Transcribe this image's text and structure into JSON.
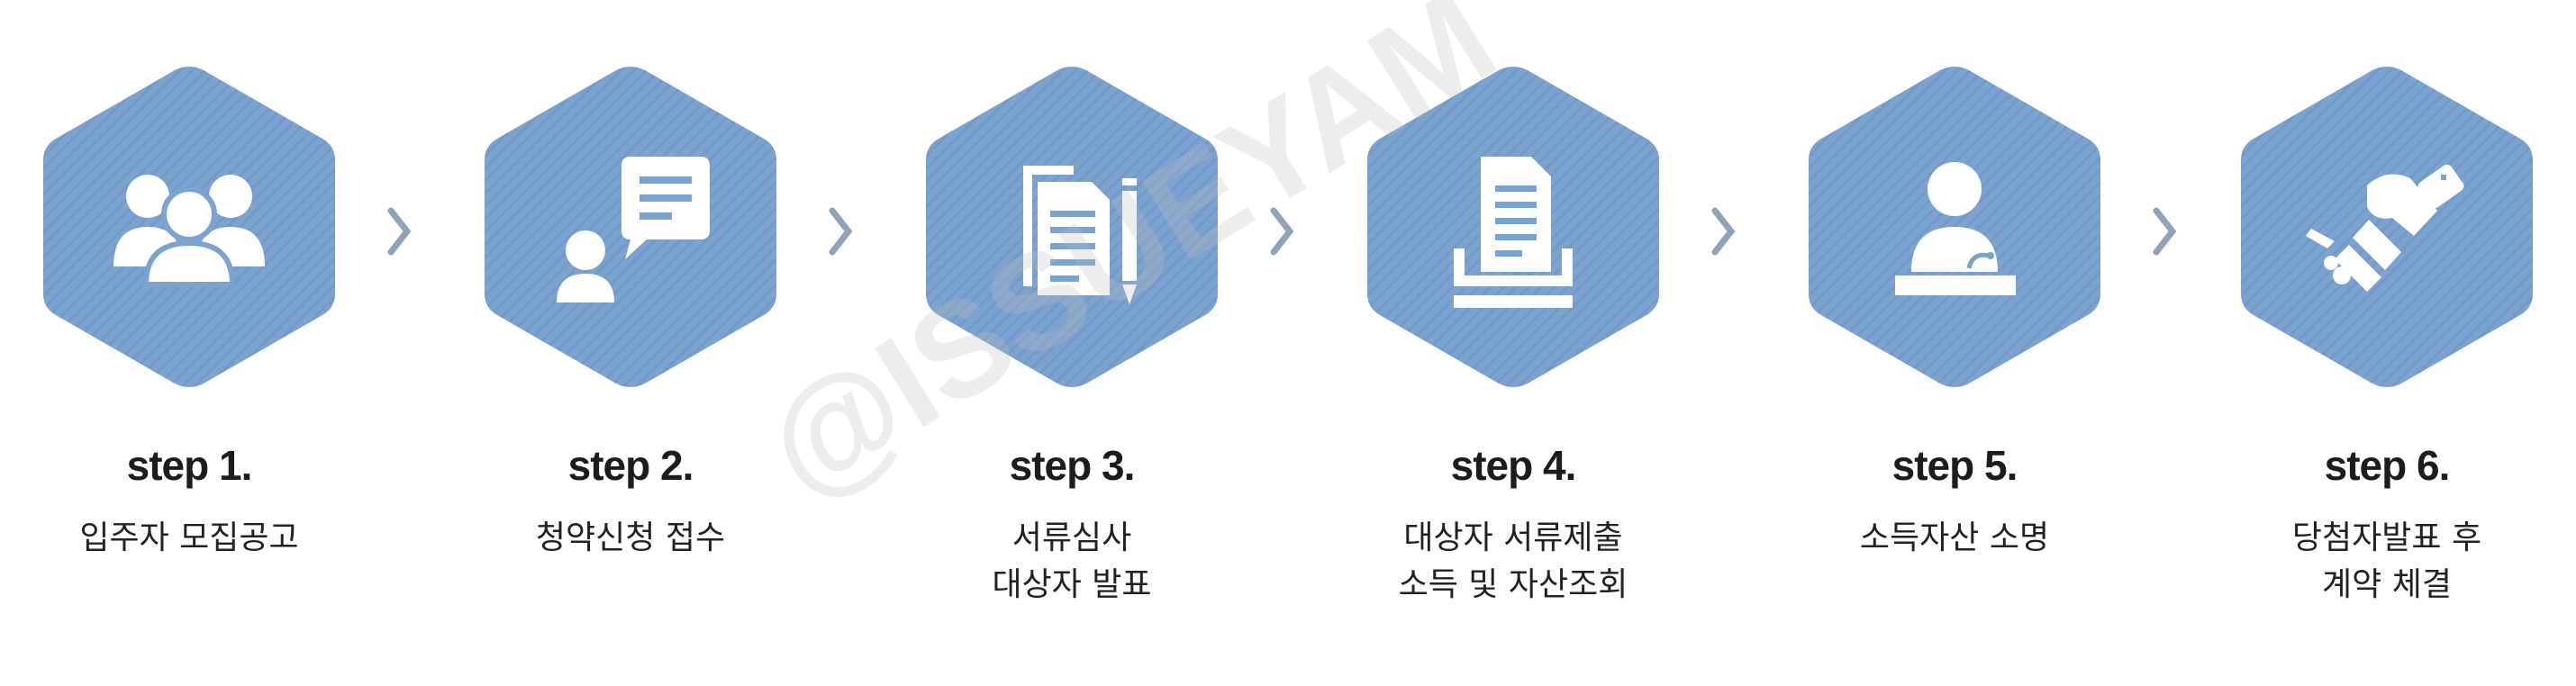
{
  "watermark": "@ISSUEYAM",
  "colors": {
    "hex_fill": "#7ba3d0",
    "hex_stripe": "#6f98c8",
    "icon": "#ffffff",
    "arrow": "#8fa3b8"
  },
  "steps": [
    {
      "label": "step 1.",
      "lines": [
        "입주자 모집공고"
      ],
      "icon": "people-group-icon"
    },
    {
      "label": "step 2.",
      "lines": [
        "청약신청 접수"
      ],
      "icon": "person-speech-icon"
    },
    {
      "label": "step 3.",
      "lines": [
        "서류심사",
        "대상자 발표"
      ],
      "icon": "documents-pencil-icon"
    },
    {
      "label": "step 4.",
      "lines": [
        "대상자 서류제출",
        "소득 및 자산조회"
      ],
      "icon": "document-tray-icon"
    },
    {
      "label": "step 5.",
      "lines": [
        "소득자산 소명"
      ],
      "icon": "person-podium-icon"
    },
    {
      "label": "step 6.",
      "lines": [
        "당첨자발표 후",
        "계약 체결"
      ],
      "icon": "handshake-icon"
    }
  ]
}
